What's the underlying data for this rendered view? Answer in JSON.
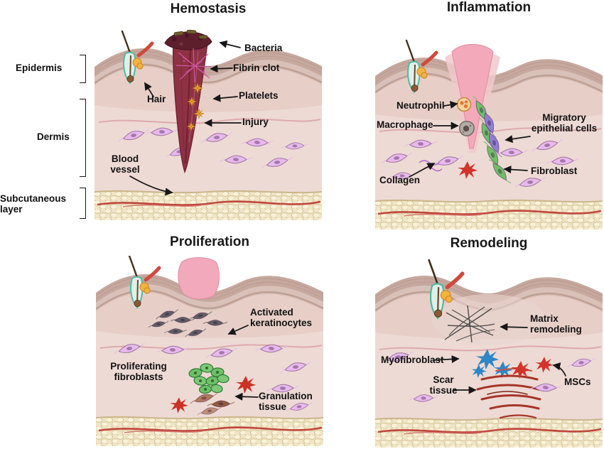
{
  "figure": {
    "panels": {
      "hemostasis": {
        "title": "Hemostasis",
        "labels": {
          "bacteria": "Bacteria",
          "fibrin_clot": "Fibrin clot",
          "platelets": "Platelets",
          "injury": "Injury",
          "hair": "Hair",
          "blood_vessel": "Blood vessel"
        }
      },
      "inflammation": {
        "title": "Inflammation",
        "labels": {
          "neutrophil": "Neutrophil",
          "macrophage": "Macrophage",
          "migratory_epithelial_cells": "Migratory epithelial cells",
          "fibroblast": "Fibroblast",
          "collagen": "Collagen"
        }
      },
      "proliferation": {
        "title": "Proliferation",
        "labels": {
          "activated_keratinocytes": "Activated keratinocytes",
          "proliferating_fibroblasts": "Proliferating fibroblasts",
          "granulation_tissue": "Granulation tissue"
        }
      },
      "remodeling": {
        "title": "Remodeling",
        "labels": {
          "matrix_remodeling": "Matrix remodeling",
          "myofibroblast": "Myofibroblast",
          "scar_tissue": "Scar tissue",
          "mscs": "MSCs"
        }
      }
    },
    "skin_layers": {
      "epidermis": "Epidermis",
      "dermis": "Dermis",
      "subcutaneous_layer": "Subcutaneous layer"
    },
    "colors": {
      "label_text": "#111111",
      "wound_red": "#8e3243",
      "scab_dark_red": "#5e1f2d",
      "inflammation_pink": "#f4a9ba",
      "fibroblast_purple": "#e7b9ec",
      "granulation_green": "#6fbf68",
      "keratinocyte_gray": "#5f5f63",
      "myofibroblast_blue": "#2e86c5",
      "msc_red": "#d2342a",
      "fibrin_magenta": "#d156a8",
      "platelet_orange": "#efae3d",
      "fat_cream": "#f9f2da",
      "dermis_pink": "#eddad5",
      "epidermis_tan": "#c6a89e"
    }
  }
}
